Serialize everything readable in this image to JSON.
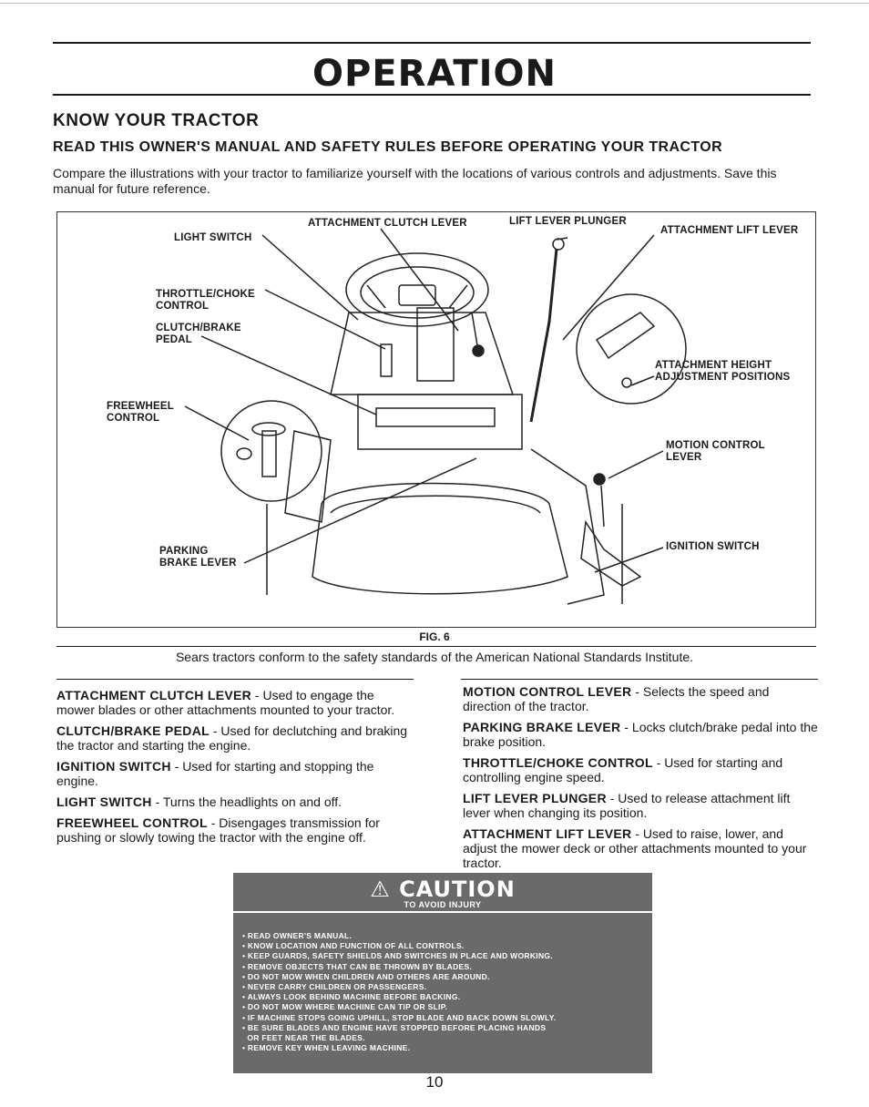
{
  "header": {
    "title": "OPERATION",
    "subtitle": "KNOW YOUR TRACTOR",
    "instruction": "READ THIS OWNER'S MANUAL AND SAFETY RULES BEFORE OPERATING YOUR TRACTOR",
    "intro": "Compare the illustrations with your tractor to familiarize yourself with the locations of various controls and adjustments. Save this manual for future reference."
  },
  "figure": {
    "caption": "FIG. 6",
    "labels": {
      "light_switch": "LIGHT SWITCH",
      "attachment_clutch_lever": "ATTACHMENT CLUTCH LEVER",
      "lift_lever_plunger": "LIFT LEVER PLUNGER",
      "attachment_lift_lever": "ATTACHMENT LIFT LEVER",
      "throttle_choke_1": "THROTTLE/CHOKE",
      "throttle_choke_2": "CONTROL",
      "clutch_brake_1": "CLUTCH/BRAKE",
      "clutch_brake_2": "PEDAL",
      "freewheel_1": "FREEWHEEL",
      "freewheel_2": "CONTROL",
      "attachment_height_1": "ATTACHMENT HEIGHT",
      "attachment_height_2": "ADJUSTMENT POSITIONS",
      "motion_control_1": "MOTION CONTROL",
      "motion_control_2": "LEVER",
      "parking_brake_1": "PARKING",
      "parking_brake_2": "BRAKE LEVER",
      "ignition_switch": "IGNITION SWITCH"
    }
  },
  "conformance": "Sears tractors conform to the safety standards of the American National Standards Institute.",
  "left_column": [
    {
      "term": "ATTACHMENT CLUTCH LEVER",
      "desc": " - Used to engage the mower blades or other attachments mounted to your tractor."
    },
    {
      "term": "CLUTCH/BRAKE PEDAL",
      "desc": " - Used for declutching and braking the tractor and starting the engine."
    },
    {
      "term": "IGNITION SWITCH",
      "desc": " - Used for starting and stopping the engine."
    },
    {
      "term": "LIGHT SWITCH",
      "desc": " - Turns the headlights on and off."
    },
    {
      "term": "FREEWHEEL CONTROL",
      "desc": " - Disengages transmission for pushing or slowly towing the tractor with the engine off."
    }
  ],
  "right_column": [
    {
      "term": "MOTION CONTROL LEVER",
      "desc": " - Selects the speed and direction of the tractor."
    },
    {
      "term": "PARKING BRAKE LEVER",
      "desc": " - Locks clutch/brake pedal into the brake position."
    },
    {
      "term": "THROTTLE/CHOKE CONTROL",
      "desc": " - Used for starting and controlling engine speed."
    },
    {
      "term": "LIFT LEVER PLUNGER",
      "desc": " - Used to release attachment lift lever when changing its position."
    },
    {
      "term": "ATTACHMENT LIFT LEVER",
      "desc": " - Used to raise, lower, and adjust the mower deck or other attachments mounted to your tractor."
    }
  ],
  "caution": {
    "title": "CAUTION",
    "subtitle": "TO AVOID INJURY",
    "items": [
      "• READ OWNER'S MANUAL.",
      "• KNOW LOCATION AND FUNCTION OF ALL CONTROLS.",
      "• KEEP GUARDS, SAFETY SHIELDS AND SWITCHES IN PLACE AND WORKING.",
      "• REMOVE OBJECTS THAT CAN BE THROWN BY BLADES.",
      "• DO NOT MOW WHEN CHILDREN AND OTHERS ARE AROUND.",
      "• NEVER CARRY CHILDREN OR PASSENGERS.",
      "• ALWAYS LOOK BEHIND MACHINE BEFORE BACKING.",
      "• DO NOT MOW WHERE MACHINE CAN TIP OR SLIP.",
      "• IF MACHINE STOPS GOING UPHILL, STOP BLADE AND BACK DOWN SLOWLY.",
      "• BE SURE BLADES AND ENGINE HAVE STOPPED BEFORE PLACING HANDS",
      "  OR FEET NEAR THE BLADES.",
      "• REMOVE KEY WHEN LEAVING MACHINE."
    ]
  },
  "page_number": "10"
}
